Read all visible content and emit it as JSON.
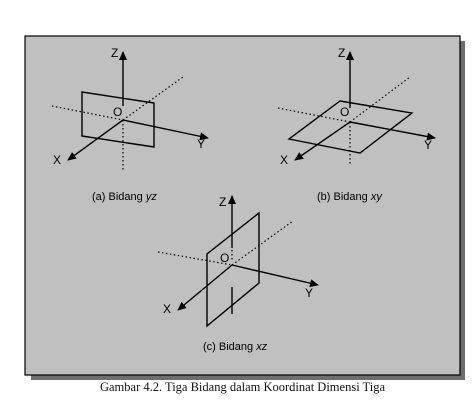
{
  "colors": {
    "panel": "#c0c0c0",
    "frame": "#000000",
    "shadow": "#6e6e6e"
  },
  "panels": [
    {
      "x_label": "X",
      "y_label": "Y",
      "z_label": "Z",
      "origin_label": "O",
      "caption_prefix": "(a) Bidang ",
      "caption_plane": "yz"
    },
    {
      "x_label": "X",
      "y_label": "Y",
      "z_label": "Z",
      "origin_label": "O",
      "caption_prefix": "(b) Bidang ",
      "caption_plane": "xy"
    },
    {
      "x_label": "X",
      "y_label": "Y",
      "z_label": "Z",
      "origin_label": "O",
      "caption_prefix": "(c) Bidang ",
      "caption_plane": "xz"
    }
  ],
  "figure_caption": "Gambar 4.2. Tiga Bidang dalam Koordinat Dimensi Tiga"
}
